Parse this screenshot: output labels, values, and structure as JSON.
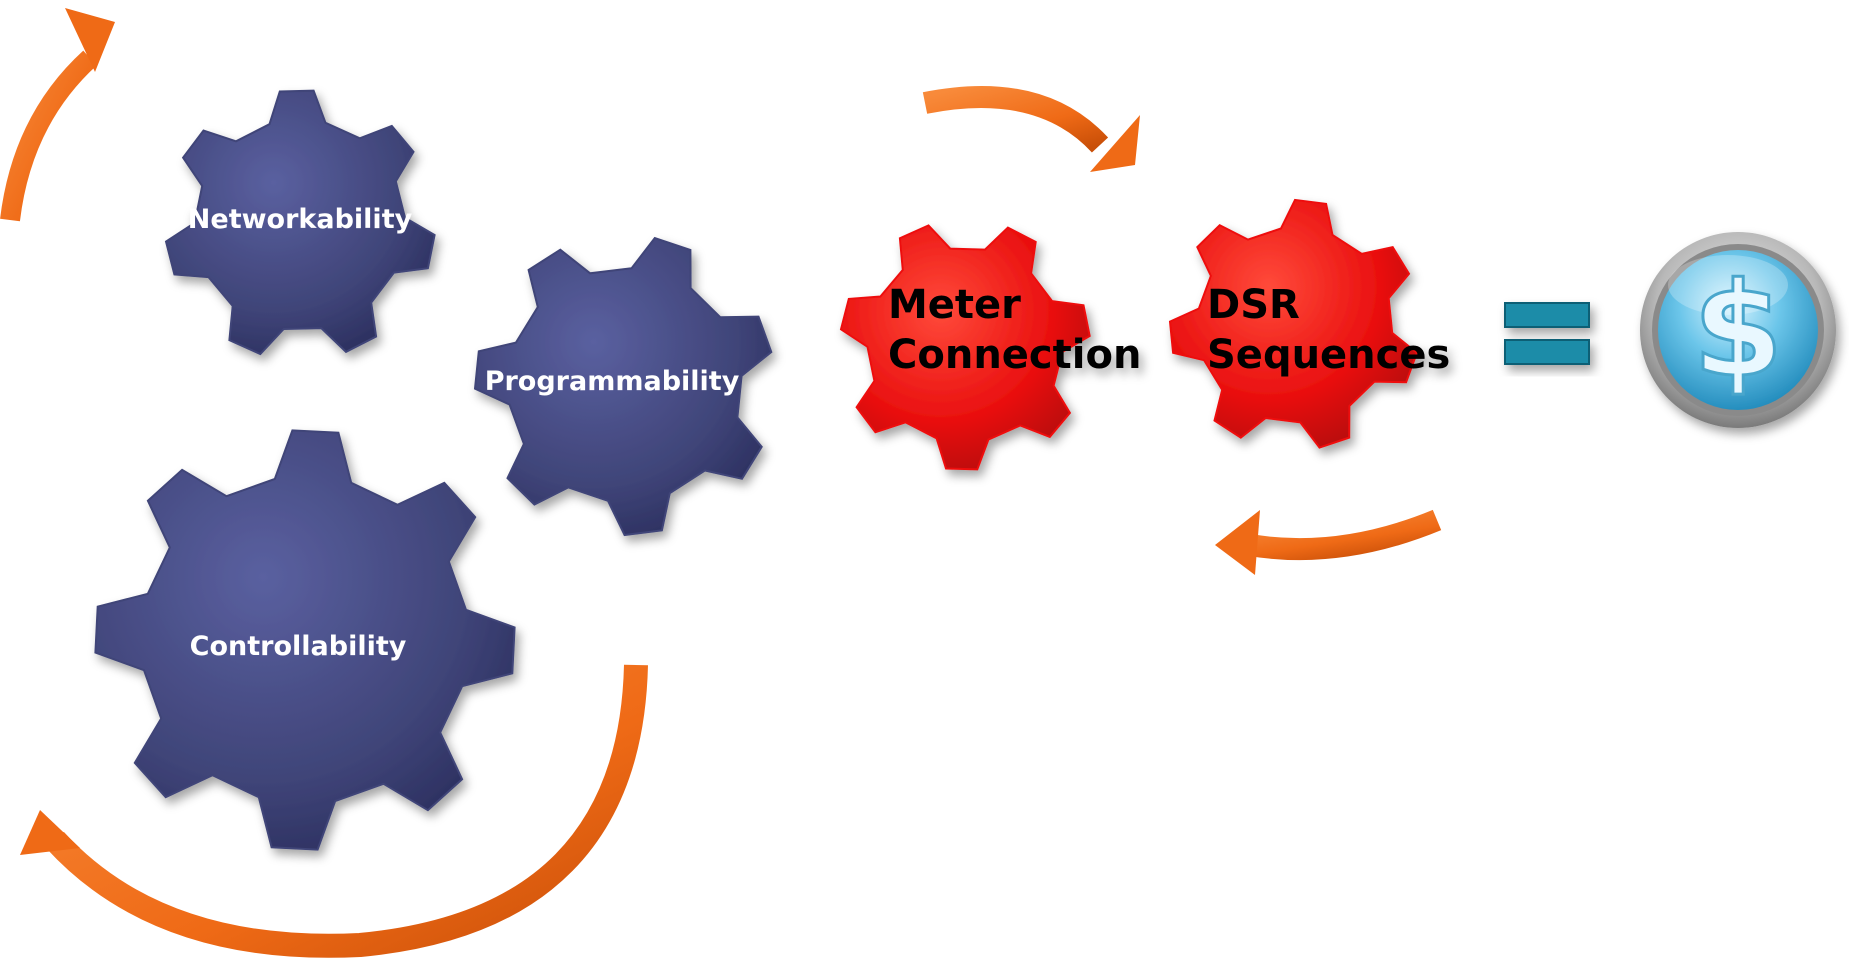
{
  "gears": [
    {
      "id": "networkability",
      "label": "Networkability",
      "color": "#3f4478"
    },
    {
      "id": "programmability",
      "label": "Programmability",
      "color": "#3f4478"
    },
    {
      "id": "controllability",
      "label": "Controllability",
      "color": "#3f4478"
    },
    {
      "id": "meter-connection",
      "label_lines": [
        "Meter",
        "Connection"
      ],
      "color": "#ee1111"
    },
    {
      "id": "dsr-sequences",
      "label_lines": [
        "DSR",
        "Sequences"
      ],
      "color": "#ee1111"
    }
  ],
  "equals": {
    "color": "#1b8ca8"
  },
  "coin": {
    "symbol": "$",
    "color": "#6cc6ea"
  },
  "arrow_color": "#ef6a16"
}
